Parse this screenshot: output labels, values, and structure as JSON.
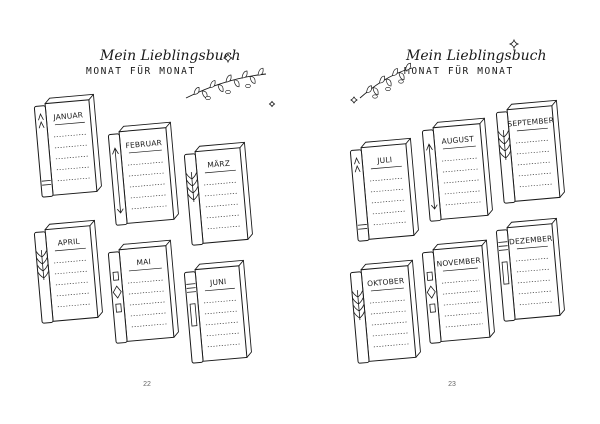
{
  "spread": {
    "left": {
      "title": "Mein Lieblingsbuch",
      "subtitle": "MONAT FÜR MONAT",
      "page_number": "22",
      "books": [
        {
          "month": "JANUAR",
          "decor": "chevrons"
        },
        {
          "month": "FEBRUAR",
          "decor": "arrow"
        },
        {
          "month": "MÄRZ",
          "decor": "leaves"
        },
        {
          "month": "APRIL",
          "decor": "leaves"
        },
        {
          "month": "MAI",
          "decor": "diamonds"
        },
        {
          "month": "JUNI",
          "decor": "bands"
        }
      ]
    },
    "right": {
      "title": "Mein Lieblingsbuch",
      "subtitle": "MONAT FÜR MONAT",
      "page_number": "23",
      "books": [
        {
          "month": "JULI",
          "decor": "chevrons"
        },
        {
          "month": "AUGUST",
          "decor": "arrow"
        },
        {
          "month": "SEPTEMBER",
          "decor": "leaves"
        },
        {
          "month": "OKTOBER",
          "decor": "leaves"
        },
        {
          "month": "NOVEMBER",
          "decor": "diamonds"
        },
        {
          "month": "DEZEMBER",
          "decor": "bands"
        }
      ]
    }
  },
  "icons": {
    "sparkle": "sparkle-icon",
    "branch": "olive-branch-icon"
  },
  "colors": {
    "ink": "#1a1a1a",
    "paper": "#ffffff",
    "page_number": "#666666"
  }
}
